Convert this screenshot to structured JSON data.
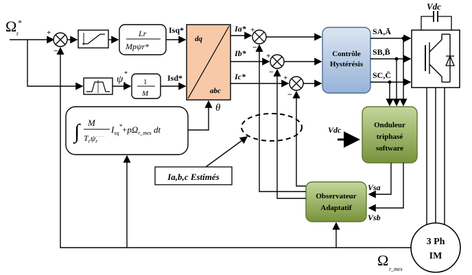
{
  "inputs": {
    "omega_ref": "Ω",
    "omega_ref_sub": "r",
    "omega_ref_sup": "*",
    "omega_meas": "Ω",
    "omega_meas_sub": "r_mes"
  },
  "blocks": {
    "gain_lr": {
      "num": "Lr",
      "den": "Mpψr*"
    },
    "gain_1m": {
      "num": "1",
      "den": "M"
    },
    "flux_ref": "ψ",
    "flux_ref_sub": "r",
    "flux_ref_sup": "*",
    "dq_abc": {
      "top": "dq",
      "bottom": "abc"
    },
    "theta": "θ",
    "integral_expr": "∫ M/(Tr ψr*) Isq* + pΩr_mes dt",
    "hysteresis": {
      "line1": "Contrôle",
      "line2": "Hystérésis"
    },
    "inverter_sw": {
      "line1": "Onduleur",
      "line2": "triphasé",
      "line3": "software"
    },
    "observer": {
      "line1": "Observateur",
      "line2": "Adaptatif"
    },
    "motor": {
      "line1": "3 Ph",
      "line2": "IM"
    },
    "estimated_label": "Ia,b,c Estimés"
  },
  "signals": {
    "isq": "Isq*",
    "isd": "Isd*",
    "ia": "Ia*",
    "ib": "Ib*",
    "ic": "Ic*",
    "sa": "SA,Ā",
    "sb": "SB,B̄",
    "sc": "SC,C̄",
    "vdc_top": "Vdc",
    "vdc_in": "Vdc",
    "vsa": "Vsa",
    "vsb": "Vsb"
  },
  "colors": {
    "dq_block": "#f7c9a9",
    "hysteresis_block": "#b8cce4",
    "green_block": "#9bbb59",
    "line": "#000000"
  }
}
